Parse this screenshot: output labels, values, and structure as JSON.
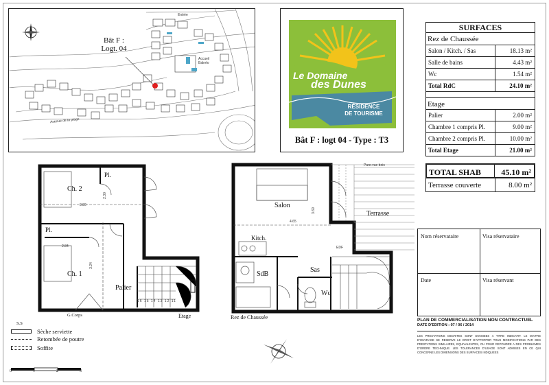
{
  "site_plan": {
    "building_label": "Bât F :",
    "lot_label": "Logt. 04",
    "entree": "Entrée",
    "accueil": "Accueil Balnéo",
    "avenue": "Avenue de la plage"
  },
  "logo": {
    "line1": "Le Domaine",
    "line2": "des Dunes",
    "subtitle_1": "RÉSIDENCE",
    "subtitle_2": "DE TOURISME",
    "bg_color": "#8cbf3a",
    "sun_color": "#f2c31a"
  },
  "lot_title": "Bât F : logt 04 - Type : T3",
  "surfaces": {
    "title": "SURFACES",
    "rdc_title": "Rez de Chaussée",
    "rdc_rows": [
      {
        "label": "Salon / Kitch. / Sas",
        "value": "18.13 m²"
      },
      {
        "label": "Salle de bains",
        "value": "4.43 m²"
      },
      {
        "label": "Wc",
        "value": "1.54 m²"
      }
    ],
    "rdc_total": {
      "label": "Total RdC",
      "value": "24.10 m²"
    },
    "etage_title": "Etage",
    "etage_rows": [
      {
        "label": "Palier",
        "value": "2.00 m²"
      },
      {
        "label": "Chambre 1 compris Pl.",
        "value": "9.00 m²"
      },
      {
        "label": "Chambre 2 compris Pl.",
        "value": "10.00 m²"
      }
    ],
    "etage_total": {
      "label": "Total Etage",
      "value": "21.00 m²"
    },
    "shab": {
      "label": "TOTAL SHAB",
      "value": "45.10 m²"
    },
    "terrasse": {
      "label": "Terrasse couverte",
      "value": "8.00 m²"
    }
  },
  "reservation": {
    "nom_reservataire": "Nom réservataire",
    "visa_reservataire": "Visa réservataire",
    "date": "Date",
    "visa_reservant": "Visa réservant"
  },
  "notice": {
    "line1": "PLAN DE COMMERCIALISATION NON CONTRACTUEL",
    "line2": "DATE D'EDITION : 07 / 06 / 2014",
    "body": "LES PRESTATIONS DECRITES SONT DONNEES A TITRE INDICATIF. LE MAITRE D'OUVRAGE SE RESERVE LE DROIT D'APPORTER TOUS MODIFICATIONS PAR DES PRESTATIONS SIMILAIRES, EQUIVALENTES, OU POUR REPONDRE A DES PROBLEMES D'ORDRE TECHNIQUE. LES TOLERANCES D'USAGE SONT ADMISES EN CE QUI CONCERNE LES DIMENSIONS DES SURFACES INDIQUEES"
  },
  "etage_plan": {
    "ch2": "Ch. 2",
    "ch1": "Ch. 1",
    "palier": "Palier",
    "pl1": "Pl.",
    "pl2": "Pl.",
    "dim_ch2_w": "3.80",
    "dim_ch2_h": "2.30",
    "dim_ch1_w": "2.84",
    "dim_ch1_h": "3.24",
    "gcorps": "G.Corps",
    "stairs": "16 15 14 13 12 11",
    "caption": "Etage"
  },
  "rdc_plan": {
    "salon": "Salon",
    "kitch": "Kitch.",
    "sdb": "SdB",
    "sas": "Sas",
    "wc": "Wc",
    "terrasse": "Terrasse",
    "dim_salon_w": "4.65",
    "dim_salon_h": "3.69",
    "edf": "EDF",
    "parebois": "Pare-vue bois",
    "caption": "Rez de Chaussée"
  },
  "legend": {
    "ss": "S.S",
    "seche": "Sèche serviette",
    "retombee": "Retombée de poutre",
    "soffite": "Soffite"
  },
  "scale": [
    "0",
    "1",
    "2",
    "3"
  ]
}
